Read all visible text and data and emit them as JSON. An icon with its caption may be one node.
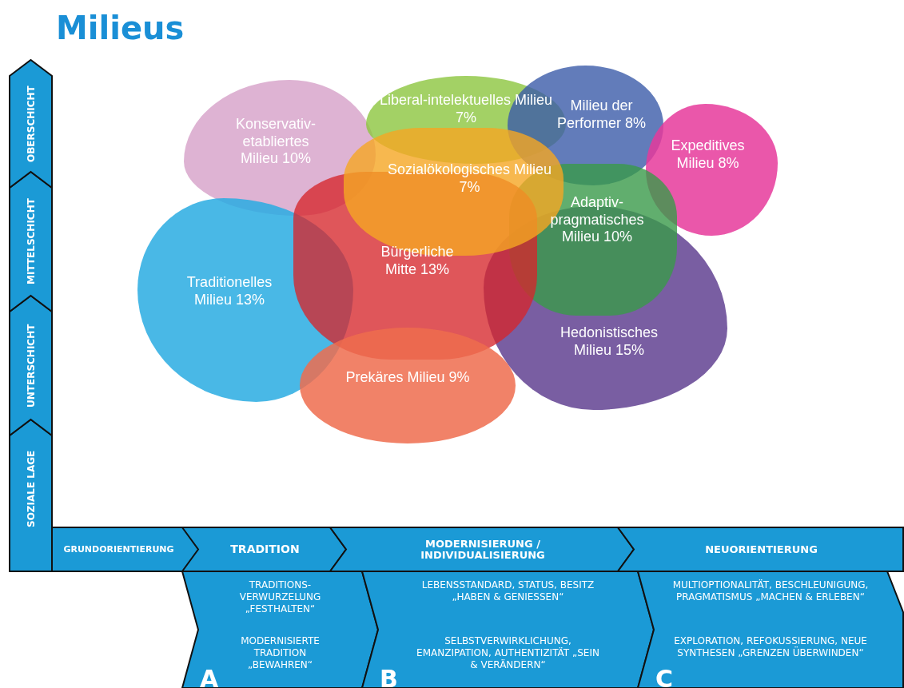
{
  "diagram": {
    "title": "Milieus",
    "nodes": [
      {
        "text": [
          "SOZIALE LAGE"
        ]
      },
      {
        "text": [
          "UNTERSCHICHT"
        ]
      },
      {
        "text": [
          "MITTELSCHICHT"
        ]
      },
      {
        "text": [
          "OBERSCHICHT"
        ]
      },
      {
        "text": [
          "GRUNDORIENTIERUNG"
        ]
      },
      {
        "text": [
          "TRADITION"
        ]
      },
      {
        "text": [
          "MODERNISIERUNG / INDIVIDUALISIERUNG"
        ]
      },
      {
        "text": [
          "NEUORIENTIERUNG"
        ]
      },
      {
        "text": [
          "A",
          "TRADITIONS- VERWURZELUNG „FESTHALTEN“",
          "MODERNISIERTE TRADITION „BEWAHREN“"
        ]
      },
      {
        "text": [
          "B",
          "LEBENSSTANDARD, STATUS, BESITZ „HABEN & GENIESSEN“",
          "SELBSTVERWIRKLICHUNG, EMANZIPATION, AUTHENTIZITÄT „SEIN & VERÄNDERN“"
        ]
      },
      {
        "text": [
          "C",
          "MULTIOPTIONALITÄT, BESCHLEUNIGUNG, PRAGMATISMUS „MACHEN & ERLEBEN“",
          "EXPLORATION, REFOKUSSIERUNG, NEUE SYNTHESEN „GRENZEN ÜBERWINDEN“"
        ]
      },
      {
        "text": [
          "Konservativ- etabliertes Milieu 10%"
        ]
      },
      {
        "text": [
          "Liberal-intelektuelles Milieu 7%"
        ]
      },
      {
        "text": [
          "Milieu der Performer 8%"
        ]
      },
      {
        "text": [
          "Expeditives Milieu 8%"
        ]
      },
      {
        "text": [
          "Traditionelles Milieu 13%"
        ]
      },
      {
        "text": [
          "Hedonistisches Milieu 15%"
        ]
      },
      {
        "text": [
          "Adaptiv- pragmatisches Milieu 10%"
        ]
      },
      {
        "text": [
          "Bürgerliche Mitte 13%"
        ]
      },
      {
        "text": [
          "Sozialökologisches Milieu 7%"
        ]
      },
      {
        "text": [
          "Prekäres Milieu 9%"
        ]
      }
    ]
  }
}
